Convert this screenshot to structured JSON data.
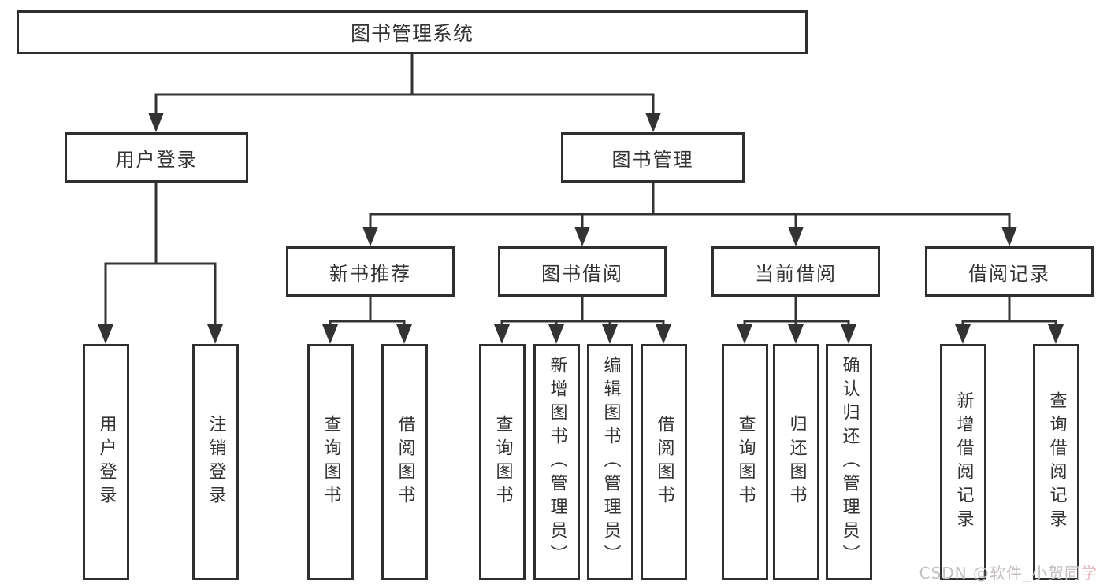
{
  "diagram": {
    "root": "图书管理系统",
    "level2": [
      "用户登录",
      "图书管理"
    ],
    "level3": [
      "新书推荐",
      "图书借阅",
      "当前借阅",
      "借阅记录"
    ],
    "leaves": {
      "user_login": [
        "用户登录",
        "注销登录"
      ],
      "new_books": [
        "查询图书",
        "借阅图书"
      ],
      "book_borrow": [
        "查询图书",
        "新增图书（管理员）",
        "编辑图书（管理员）",
        "借阅图书"
      ],
      "current_borrow": [
        "查询图书",
        "归还图书",
        "确认归还（管理员）"
      ],
      "borrow_records": [
        "新增借阅记录",
        "查询借阅记录"
      ]
    }
  },
  "watermark": {
    "prefix": "CSDN @软件_小贺同",
    "accent": "学"
  },
  "colors": {
    "line": "#333333",
    "box_border": "#2f2f2f",
    "text": "#333333",
    "background": "#ffffff",
    "watermark": "#c5bfbf",
    "watermark_accent": "#e7b6bd"
  }
}
